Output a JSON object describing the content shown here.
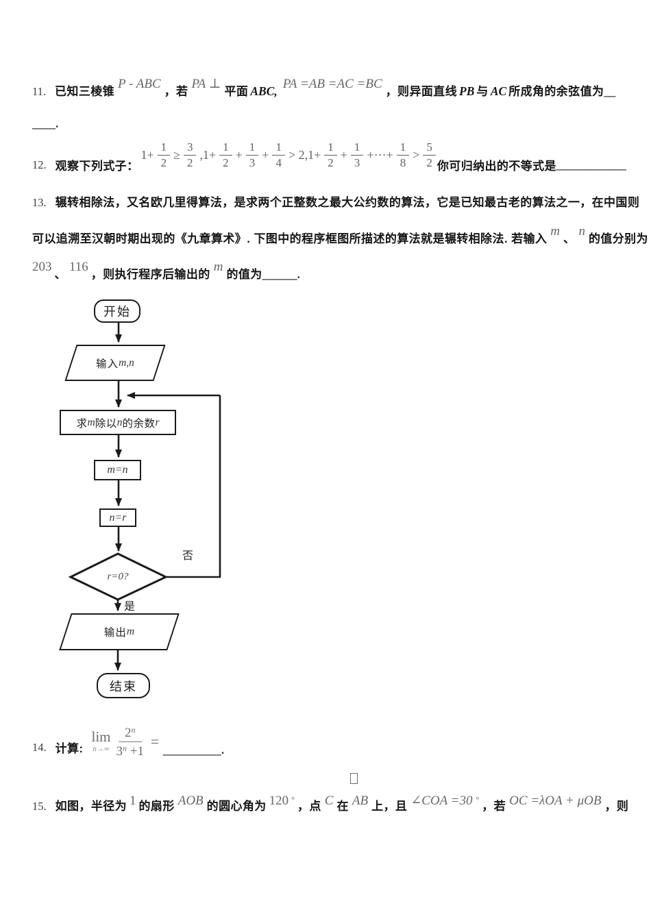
{
  "page": {
    "background": "#ffffff",
    "text_color": "#1a1a1a",
    "math_color": "#666666"
  },
  "q11": {
    "number": "11.",
    "t1": "已知三棱锥",
    "m1": "P - ABC",
    "t2": "，若",
    "m2": "PA ⊥",
    "t3": "平面",
    "b1": "ABC,",
    "m3": "PA =AB =AC =BC",
    "t4": "，则异面直线",
    "b2": "PB",
    "t5": "与",
    "b3": "AC",
    "t6": "所成角的余弦值为",
    "blank1": "__",
    "blank2": "____",
    "period": "."
  },
  "q12": {
    "number": "12.",
    "prompt": "观察下列式子：",
    "t1": "1+",
    "f1n": "1",
    "f1d": "2",
    "ge": "≥",
    "f2n": "3",
    "f2d": "2",
    "t2": ",1+",
    "f3n": "1",
    "f3d": "2",
    "plus1": "+",
    "f4n": "1",
    "f4d": "3",
    "plus2": "+",
    "f5n": "1",
    "f5d": "4",
    "t3": "> 2,1+",
    "f6n": "1",
    "f6d": "2",
    "plus3": "+",
    "f7n": "1",
    "f7d": "3",
    "plus4": "+⋯+",
    "f8n": "1",
    "f8d": "8",
    "gt": ">",
    "f9n": "5",
    "f9d": "2",
    "suffix": "你可归纳出的不等式是",
    "blank": "____________"
  },
  "q13": {
    "number": "13.",
    "line1": "辗转相除法，又名欧几里得算法，是求两个正整数之最大公约数的算法，它是已知最古老的算法之一，在中国则",
    "line2a": "可以追溯至汉朝时期出现的《九章算术》. 下图中的程序框图所描述的算法就是辗转相除法. 若输入",
    "m1": "m",
    "d1": "、",
    "m2": "n",
    "line2b": "的值分别为",
    "v1": "203",
    "d2": "、",
    "v2": "116",
    "line3a": "，则执行程序后输出的",
    "m3": "m",
    "line3b": "的值为",
    "blank": "______",
    "period": "."
  },
  "flowchart": {
    "start": "开始",
    "input_cn": "输入",
    "input_math": "m,n",
    "proc_cn1": "求",
    "proc_m1": "m",
    "proc_cn2": "除以",
    "proc_m2": "n",
    "proc_cn3": "的余数",
    "proc_m3": "r",
    "assign1": "m=n",
    "assign2": "n=r",
    "decision": "r=0?",
    "no": "否",
    "yes": "是",
    "output_cn": "输出",
    "output_math": "m",
    "end": "结束"
  },
  "q14": {
    "number": "14.",
    "prompt": "计算:",
    "lim": "lim",
    "limsub": "n→∞",
    "num_base": "2",
    "num_sup": "n",
    "den_base": "3",
    "den_sup": "n",
    "den_rest": " +1",
    "eq": "=",
    "blank": "__________",
    "period": "."
  },
  "q15": {
    "number": "15.",
    "t1": "如图，半径为",
    "v1": "1",
    "t2": "的扇形",
    "m1": "AOB",
    "t3": "的圆心角为",
    "v2": "120",
    "deg1": "°",
    "t4": "，点",
    "m2": "C",
    "t5": "在",
    "m3": "AB",
    "t6": "上，且",
    "m4": "∠COA =30",
    "deg2": "°",
    "t7": "，若",
    "m5": "OC =λOA + μOB",
    "t8": "，则"
  }
}
